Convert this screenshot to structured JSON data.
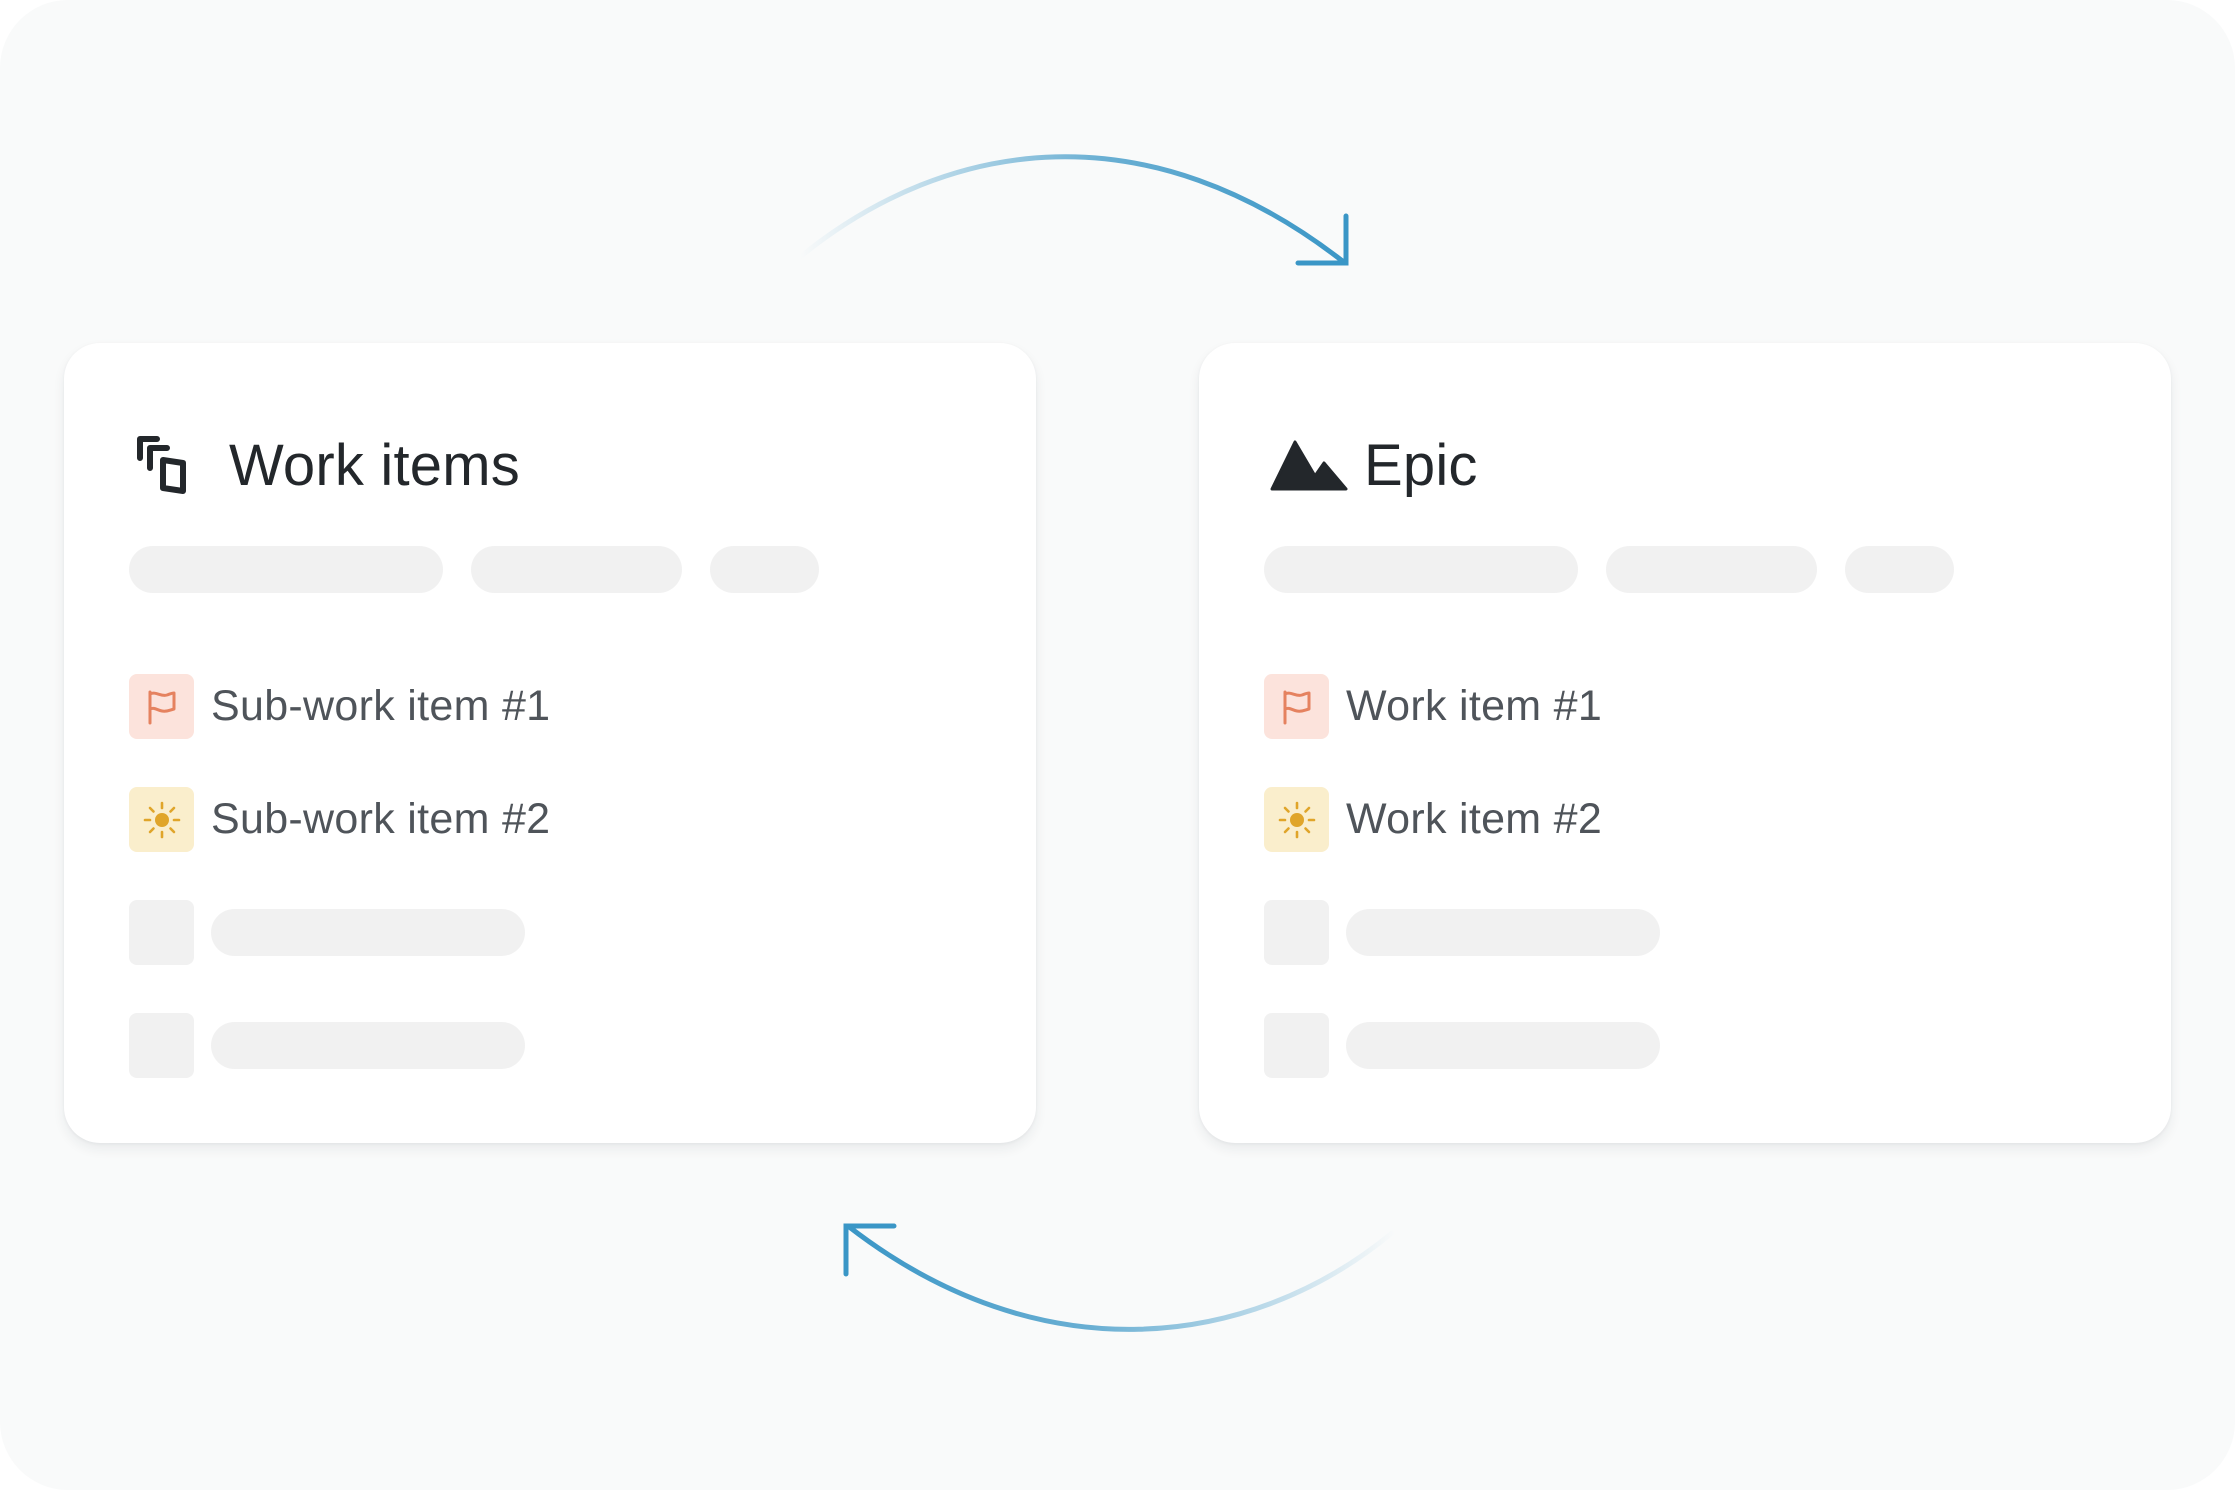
{
  "cards": [
    {
      "title": "Work items",
      "icon": "work-items-stack-icon",
      "items": [
        {
          "icon": "flag-icon",
          "label": "Sub-work item #1"
        },
        {
          "icon": "sun-icon",
          "label": "Sub-work item #2"
        }
      ]
    },
    {
      "title": "Epic",
      "icon": "mountain-icon",
      "items": [
        {
          "icon": "flag-icon",
          "label": "Work item #1"
        },
        {
          "icon": "sun-icon",
          "label": "Work item #2"
        }
      ]
    }
  ],
  "colors": {
    "background": "#f9fafa",
    "card": "#ffffff",
    "title_text": "#23272b",
    "item_text": "#4f545a",
    "skeleton": "#f1f1f1",
    "flag_badge": "#fce3dc",
    "flag_icon": "#e5825f",
    "sun_badge": "#faeecc",
    "sun_icon": "#e0a52a",
    "arrow": "#3a96c6"
  }
}
